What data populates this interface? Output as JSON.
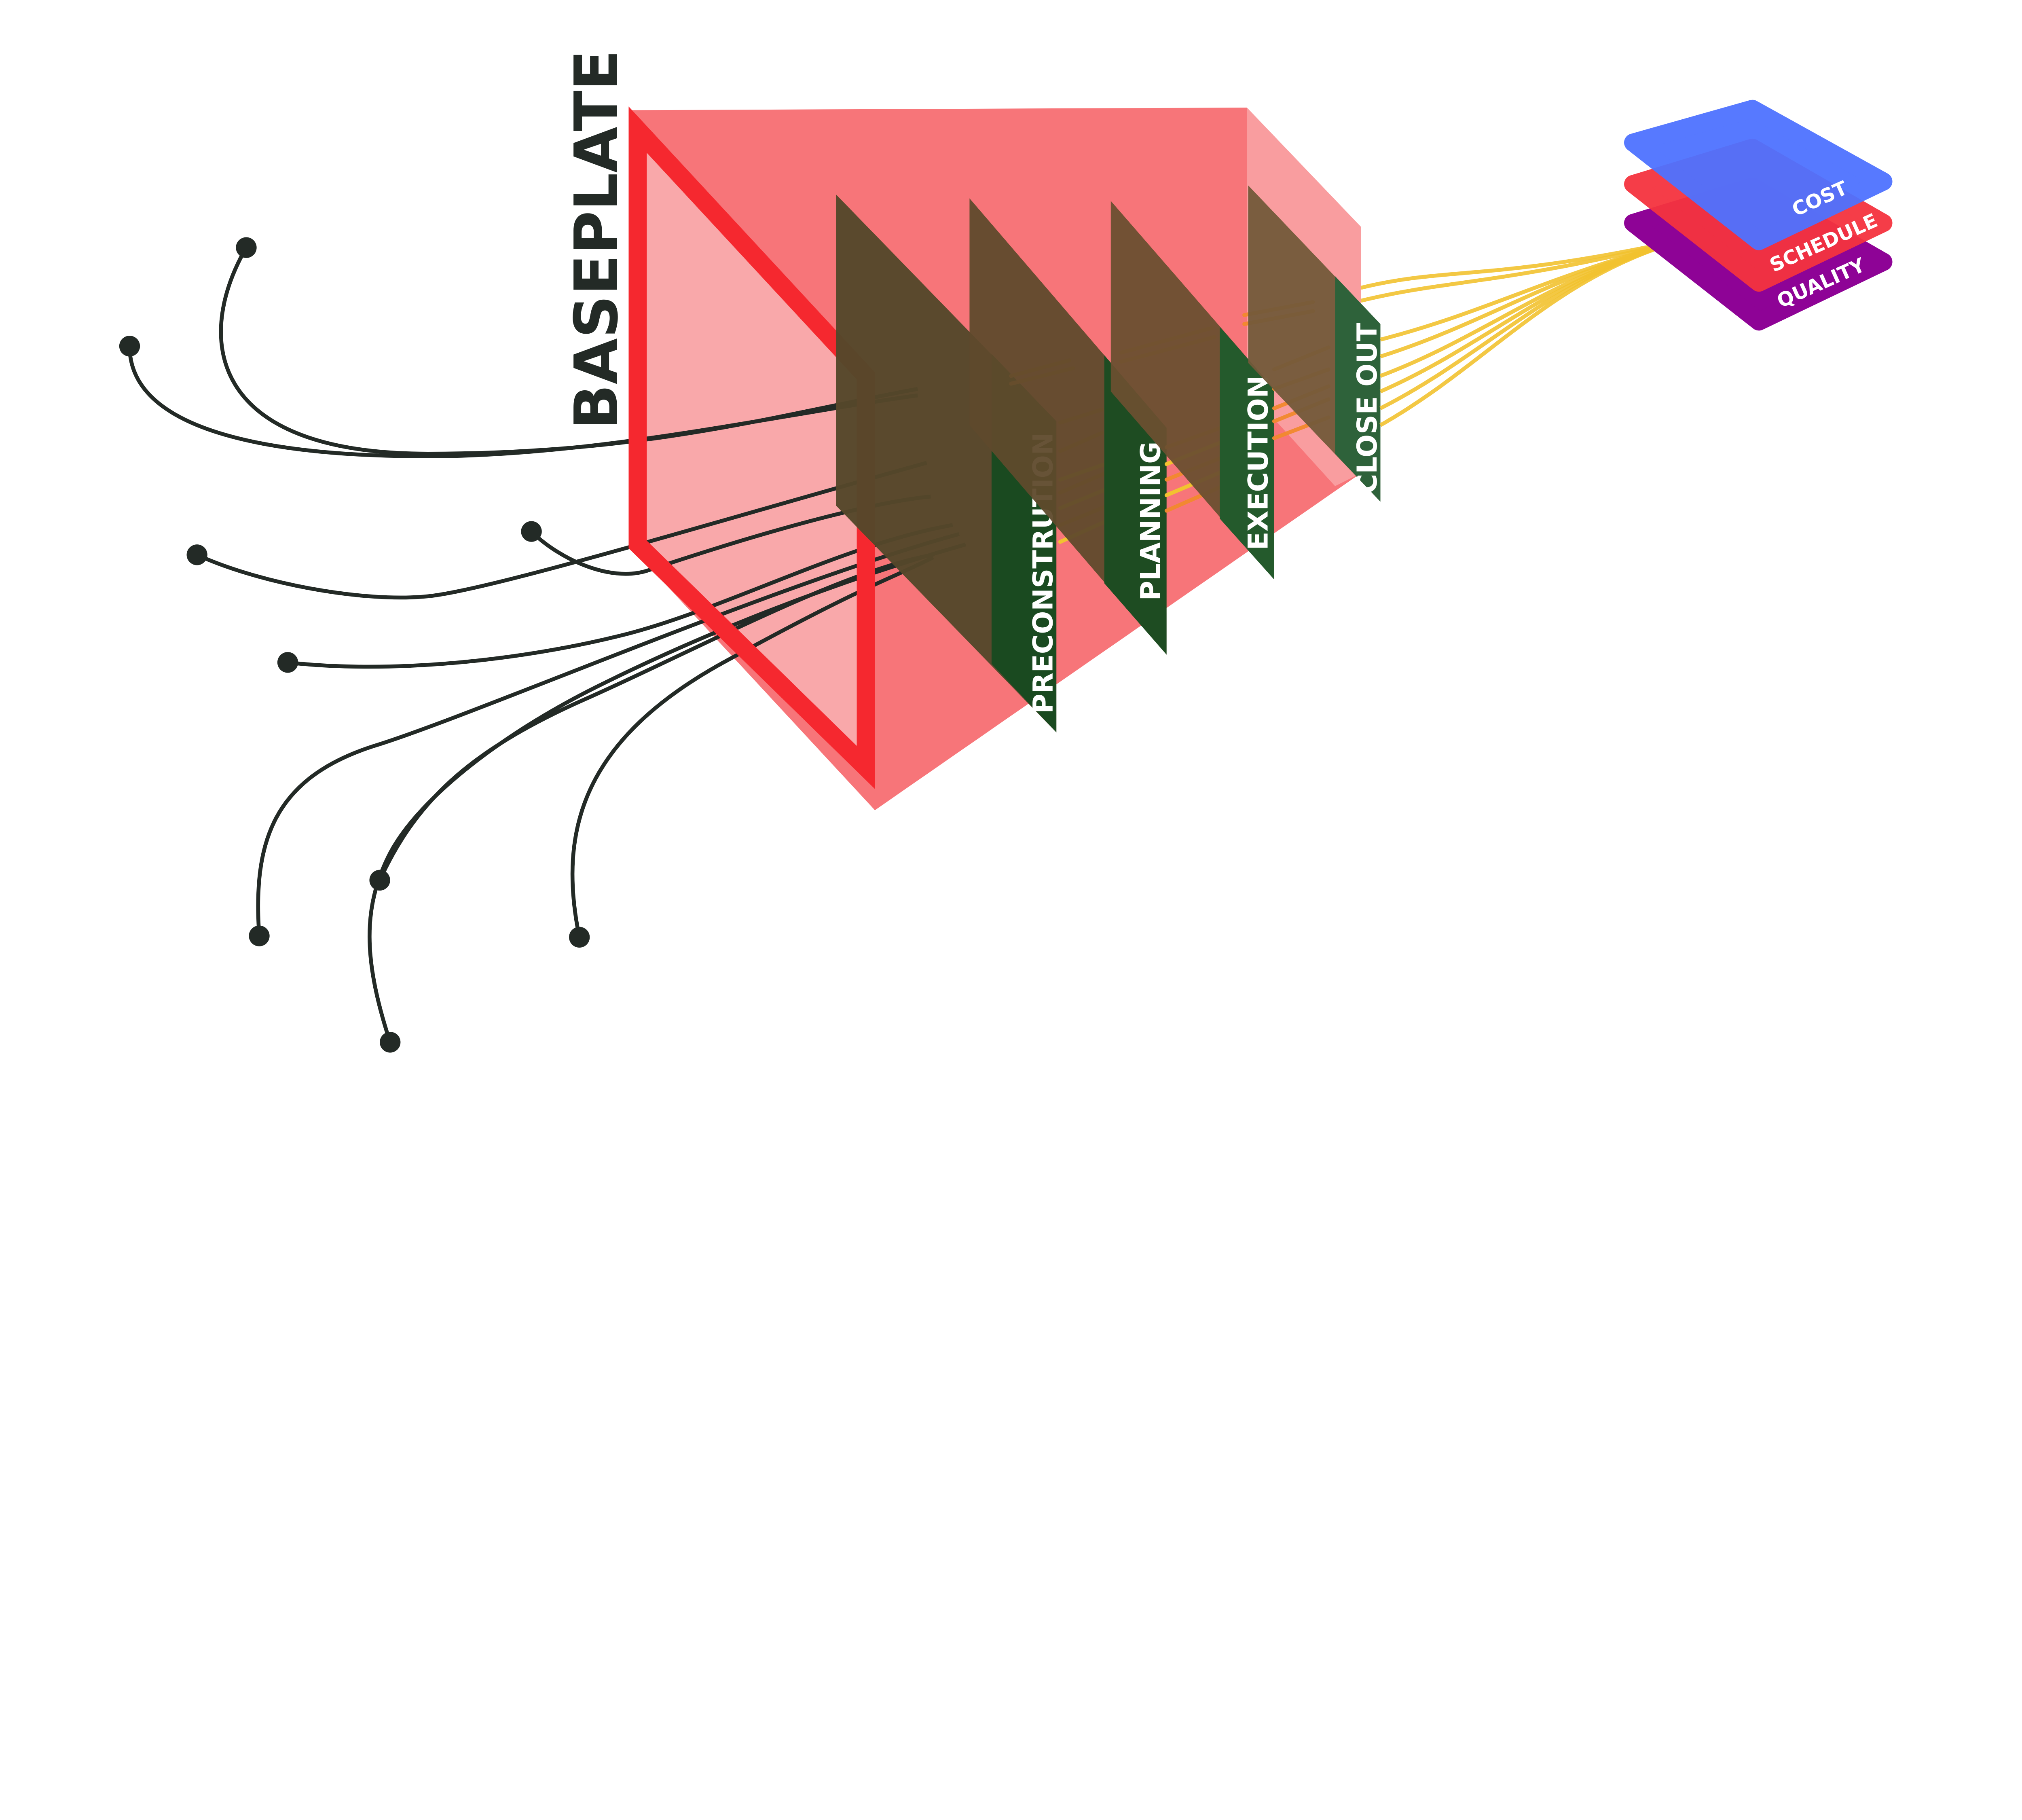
{
  "diagram": {
    "baseplate_label": "BASEPLATE",
    "phases": [
      {
        "label": "PRECONSTRUTION"
      },
      {
        "label": "PLANNING"
      },
      {
        "label": "EXECUTION"
      },
      {
        "label": "CLOSE OUT"
      }
    ],
    "outcomes": [
      {
        "label": "COST",
        "color": "#4F72FF"
      },
      {
        "label": "SCHEDULE",
        "color": "#F5333F"
      },
      {
        "label": "QUALITY",
        "color": "#8E0396"
      }
    ],
    "colors": {
      "baseplate_frame": "#F5282F",
      "baseplate_fill": "#F77579",
      "panel_brown": "#55472A",
      "panel_green": "#1A4A20",
      "wire": "#232A26",
      "signal_orange": "#F28A2E",
      "signal_yellow": "#F2C230"
    }
  }
}
